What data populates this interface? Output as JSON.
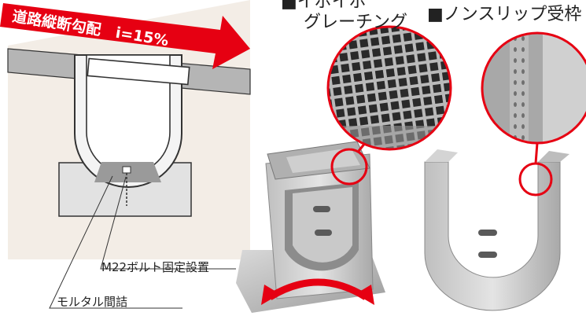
{
  "slope_arrow": {
    "label": "道路縦断勾配　i=15%",
    "color": "#e60012"
  },
  "labels": {
    "grating": [
      "■イボイボ",
      "グレーチング"
    ],
    "receiver": "■ノンスリップ受枠",
    "bolt": "M22ボルト固定設置",
    "mortar": "モルタル間詰"
  },
  "colors": {
    "callout_red": "#e60012",
    "road": "#b5b5b5",
    "ground": "#f3ede6",
    "concrete": "#c8c8c8"
  }
}
